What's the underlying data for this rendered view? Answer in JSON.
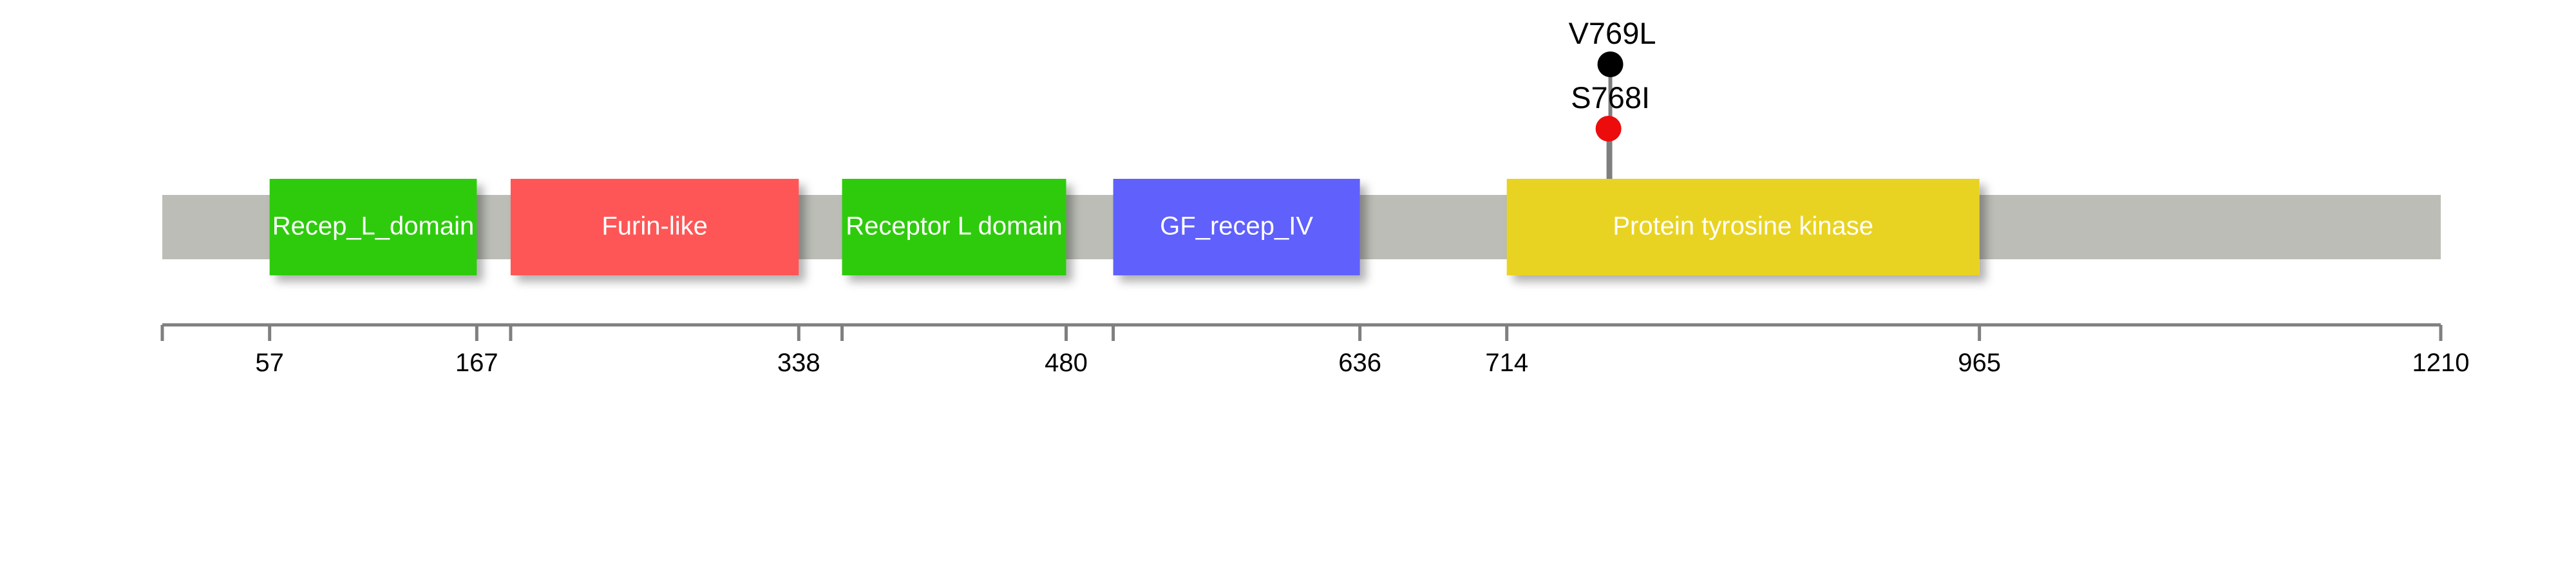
{
  "protein": {
    "length": 1210,
    "backbone_color": "#bbbdb6"
  },
  "domains": [
    {
      "name": "Recep_L_domain",
      "start": 57,
      "end": 167,
      "color": "#2fcb08"
    },
    {
      "name": "Furin-like",
      "start": 185,
      "end": 338,
      "color": "#fe5757"
    },
    {
      "name": "Receptor L domain",
      "start": 361,
      "end": 480,
      "color": "#2fcb08"
    },
    {
      "name": "GF_recep_IV",
      "start": 505,
      "end": 636,
      "color": "#6060fd"
    },
    {
      "name": "Protein tyrosine kinase",
      "start": 714,
      "end": 965,
      "color": "#e9d321"
    }
  ],
  "mutations": [
    {
      "label": "S768I",
      "position": 768,
      "color": "#ec0c0c",
      "level": 1
    },
    {
      "label": "V769L",
      "position": 769,
      "color": "#000000",
      "level": 2
    }
  ],
  "axis": {
    "min": 0,
    "max": 1210,
    "ticks": [
      0,
      57,
      167,
      185,
      338,
      361,
      480,
      505,
      636,
      714,
      965,
      1210
    ],
    "labels": [
      {
        "value": 57,
        "text": "57"
      },
      {
        "value": 167,
        "text": "167"
      },
      {
        "value": 338,
        "text": "338"
      },
      {
        "value": 480,
        "text": "480"
      },
      {
        "value": 636,
        "text": "636"
      },
      {
        "value": 714,
        "text": "714"
      },
      {
        "value": 965,
        "text": "965"
      },
      {
        "value": 1210,
        "text": "1210"
      }
    ],
    "color": "#7f7f7f"
  }
}
